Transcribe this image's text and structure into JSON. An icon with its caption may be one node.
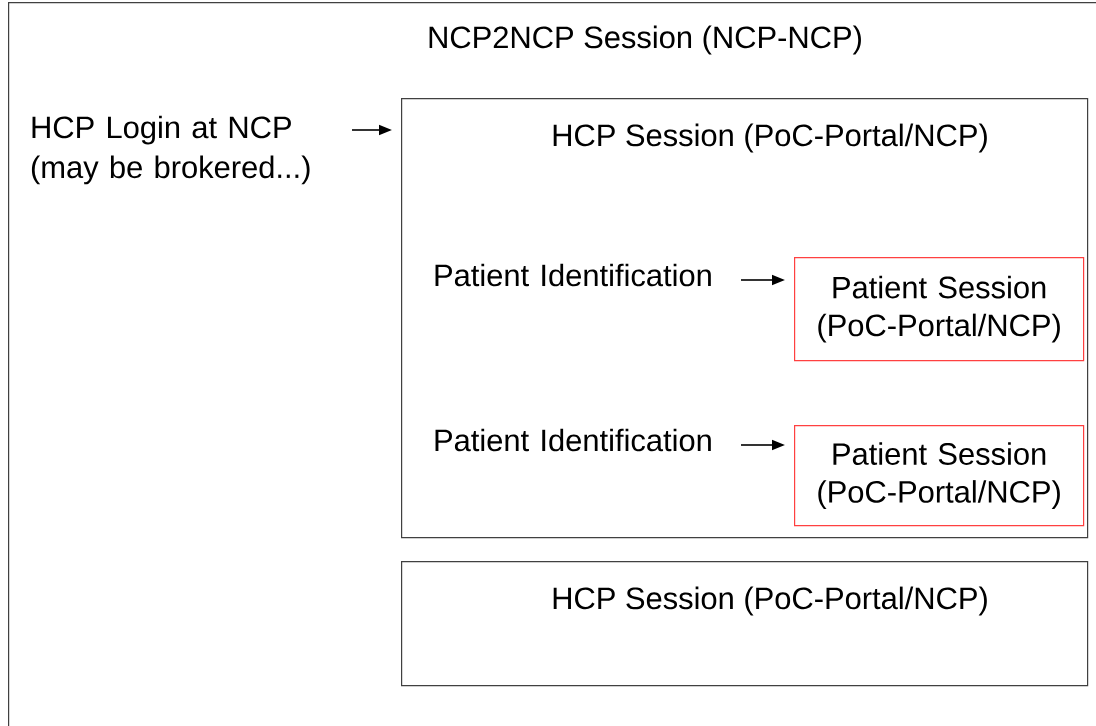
{
  "diagram": {
    "nodes": [
      {
        "text": [
          "NCP2NCP Session (NCP-NCP)"
        ]
      },
      {
        "text": [
          "HCP Login at NCP (may be brokered...)"
        ],
        "in": 0
      },
      {
        "text": [
          "HCP Session (PoC-Portal/NCP)"
        ],
        "in": 0
      },
      {
        "text": [
          "Patient Identification"
        ],
        "in": 2
      },
      {
        "text": [
          "Patient Session (PoC-Portal/NCP)"
        ],
        "in": 2
      },
      {
        "text": [
          "Patient Identification"
        ],
        "in": 2
      },
      {
        "text": [
          "Patient Session (PoC-Portal/NCP)"
        ],
        "in": 2
      },
      {
        "text": [
          "HCP Session (PoC-Portal/NCP)"
        ],
        "in": 0
      }
    ],
    "edges": [
      {
        "from": 1,
        "to": 2,
        "arrow": "to"
      },
      {
        "from": 3,
        "to": 4,
        "arrow": "to"
      },
      {
        "from": 5,
        "to": 6,
        "arrow": "to"
      }
    ]
  }
}
